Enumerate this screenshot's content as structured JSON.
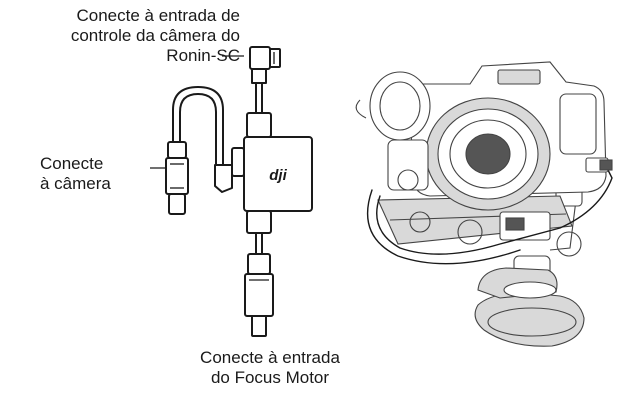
{
  "labels": {
    "camera_control": "Conecte à entrada de\ncontrole da câmera do\nRonin-SC",
    "camera": "Conecte\nà câmera",
    "focus_motor": "Conecte à entrada\ndo Focus Motor"
  },
  "hub_logo": "dji"
}
